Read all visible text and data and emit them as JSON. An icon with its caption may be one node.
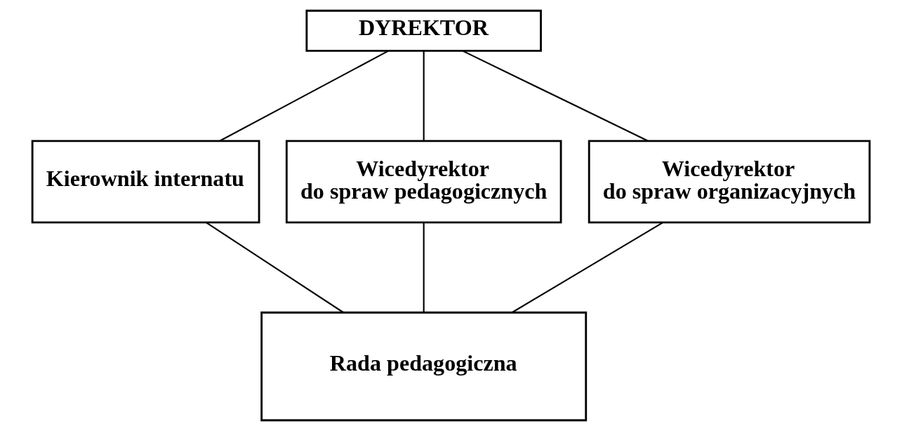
{
  "diagram": {
    "nodes": [
      {
        "text": [
          "DYREKTOR"
        ]
      },
      {
        "text": [
          "Kierownik internatu"
        ]
      },
      {
        "text": [
          "Wicedyrektor do spraw pedagogicznych"
        ]
      },
      {
        "text": [
          "Wicedyrektor do spraw organizacyjnych"
        ]
      },
      {
        "text": [
          "Rada pedagogiczna"
        ]
      }
    ],
    "edges": [
      {
        "from": 0,
        "to": 1,
        "arrow": "none"
      },
      {
        "from": 0,
        "to": 2,
        "arrow": "none"
      },
      {
        "from": 0,
        "to": 3,
        "arrow": "none"
      },
      {
        "from": 1,
        "to": 4,
        "arrow": "none"
      },
      {
        "from": 2,
        "to": 4,
        "arrow": "none"
      },
      {
        "from": 3,
        "to": 4,
        "arrow": "none"
      }
    ]
  }
}
